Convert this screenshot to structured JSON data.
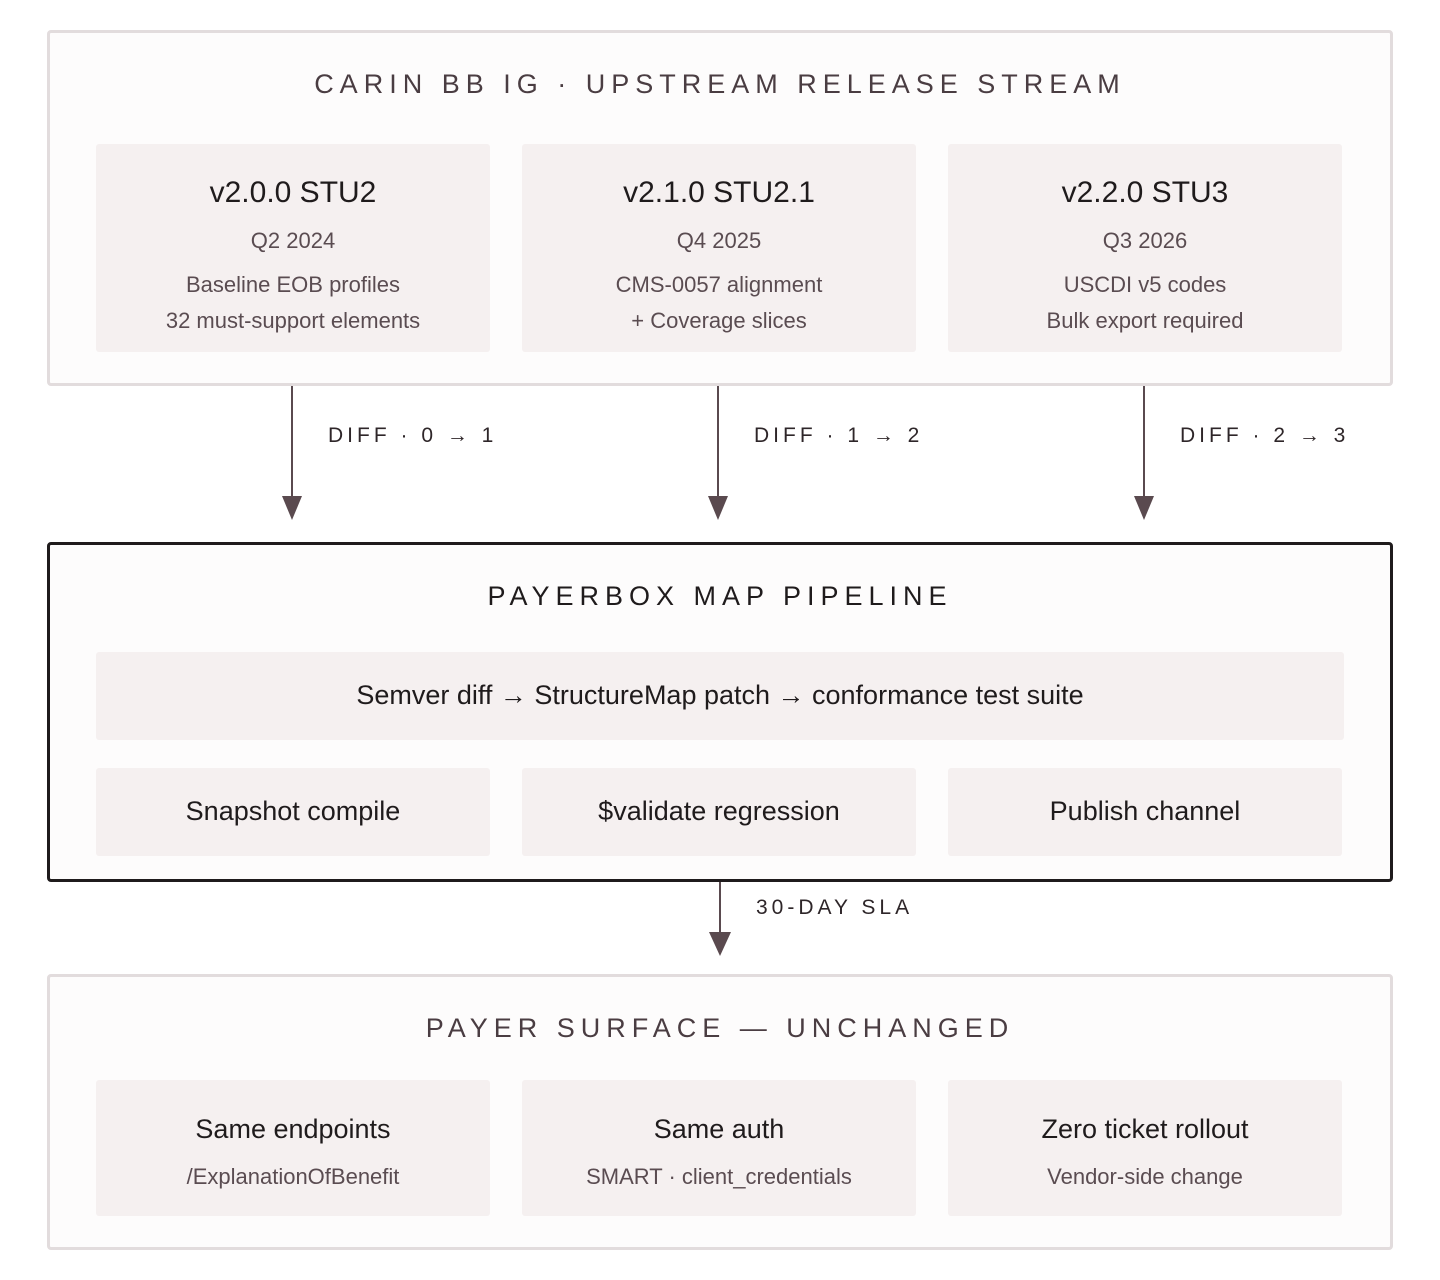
{
  "upstream": {
    "title": "CARIN BB IG · UPSTREAM RELEASE STREAM",
    "releases": [
      {
        "version": "v2.0.0 STU2",
        "date": "Q2 2024",
        "line1": "Baseline EOB profiles",
        "line2": "32 must-support elements"
      },
      {
        "version": "v2.1.0 STU2.1",
        "date": "Q4 2025",
        "line1": "CMS-0057 alignment",
        "line2": "+ Coverage slices"
      },
      {
        "version": "v2.2.0 STU3",
        "date": "Q3 2026",
        "line1": "USCDI v5 codes",
        "line2": "Bulk export required"
      }
    ]
  },
  "diffs": [
    "DIFF · 0 → 1",
    "DIFF · 1 → 2",
    "DIFF · 2 → 3"
  ],
  "pipeline": {
    "title": "PAYERBOX MAP PIPELINE",
    "flow": "Semver diff → StructureMap patch → conformance test suite",
    "steps": [
      "Snapshot compile",
      "$validate regression",
      "Publish channel"
    ]
  },
  "sla_label": "30-DAY SLA",
  "surface": {
    "title": "PAYER SURFACE — UNCHANGED",
    "items": [
      {
        "title": "Same endpoints",
        "sub": "/ExplanationOfBenefit"
      },
      {
        "title": "Same auth",
        "sub": "SMART · client_credentials"
      },
      {
        "title": "Zero ticket rollout",
        "sub": "Vendor-side change"
      }
    ]
  },
  "colors": {
    "arrow": "#5a4a4f",
    "card": "#f5f0f0",
    "dark_border": "#1f1b1c",
    "light_border": "#e2dcdd"
  }
}
